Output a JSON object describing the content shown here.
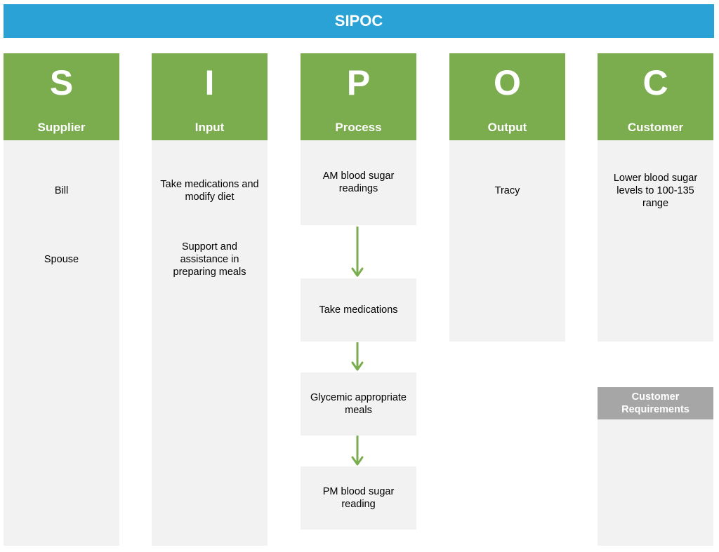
{
  "title": "SIPOC",
  "columns": [
    {
      "letter": "S",
      "name": "Supplier",
      "items": [
        "Bill",
        "Spouse"
      ]
    },
    {
      "letter": "I",
      "name": "Input",
      "items": [
        "Take medications and modify diet",
        "Support and assistance in preparing meals"
      ]
    },
    {
      "letter": "P",
      "name": "Process",
      "items": [
        "AM blood sugar readings",
        "Take medications",
        "Glycemic appropriate meals",
        "PM blood sugar reading"
      ]
    },
    {
      "letter": "O",
      "name": "Output",
      "items": [
        "Tracy"
      ]
    },
    {
      "letter": "C",
      "name": "Customer",
      "items": [
        "Lower blood sugar levels to 100-135 range"
      ]
    }
  ],
  "customer_requirements": {
    "label": "Customer Requirements"
  },
  "colors": {
    "title_bar": "#2aa2d5",
    "header_green": "#7bad4f",
    "body_gray": "#f2f2f2",
    "requirements_gray": "#a6a6a6",
    "arrow_green": "#7bad4f"
  }
}
